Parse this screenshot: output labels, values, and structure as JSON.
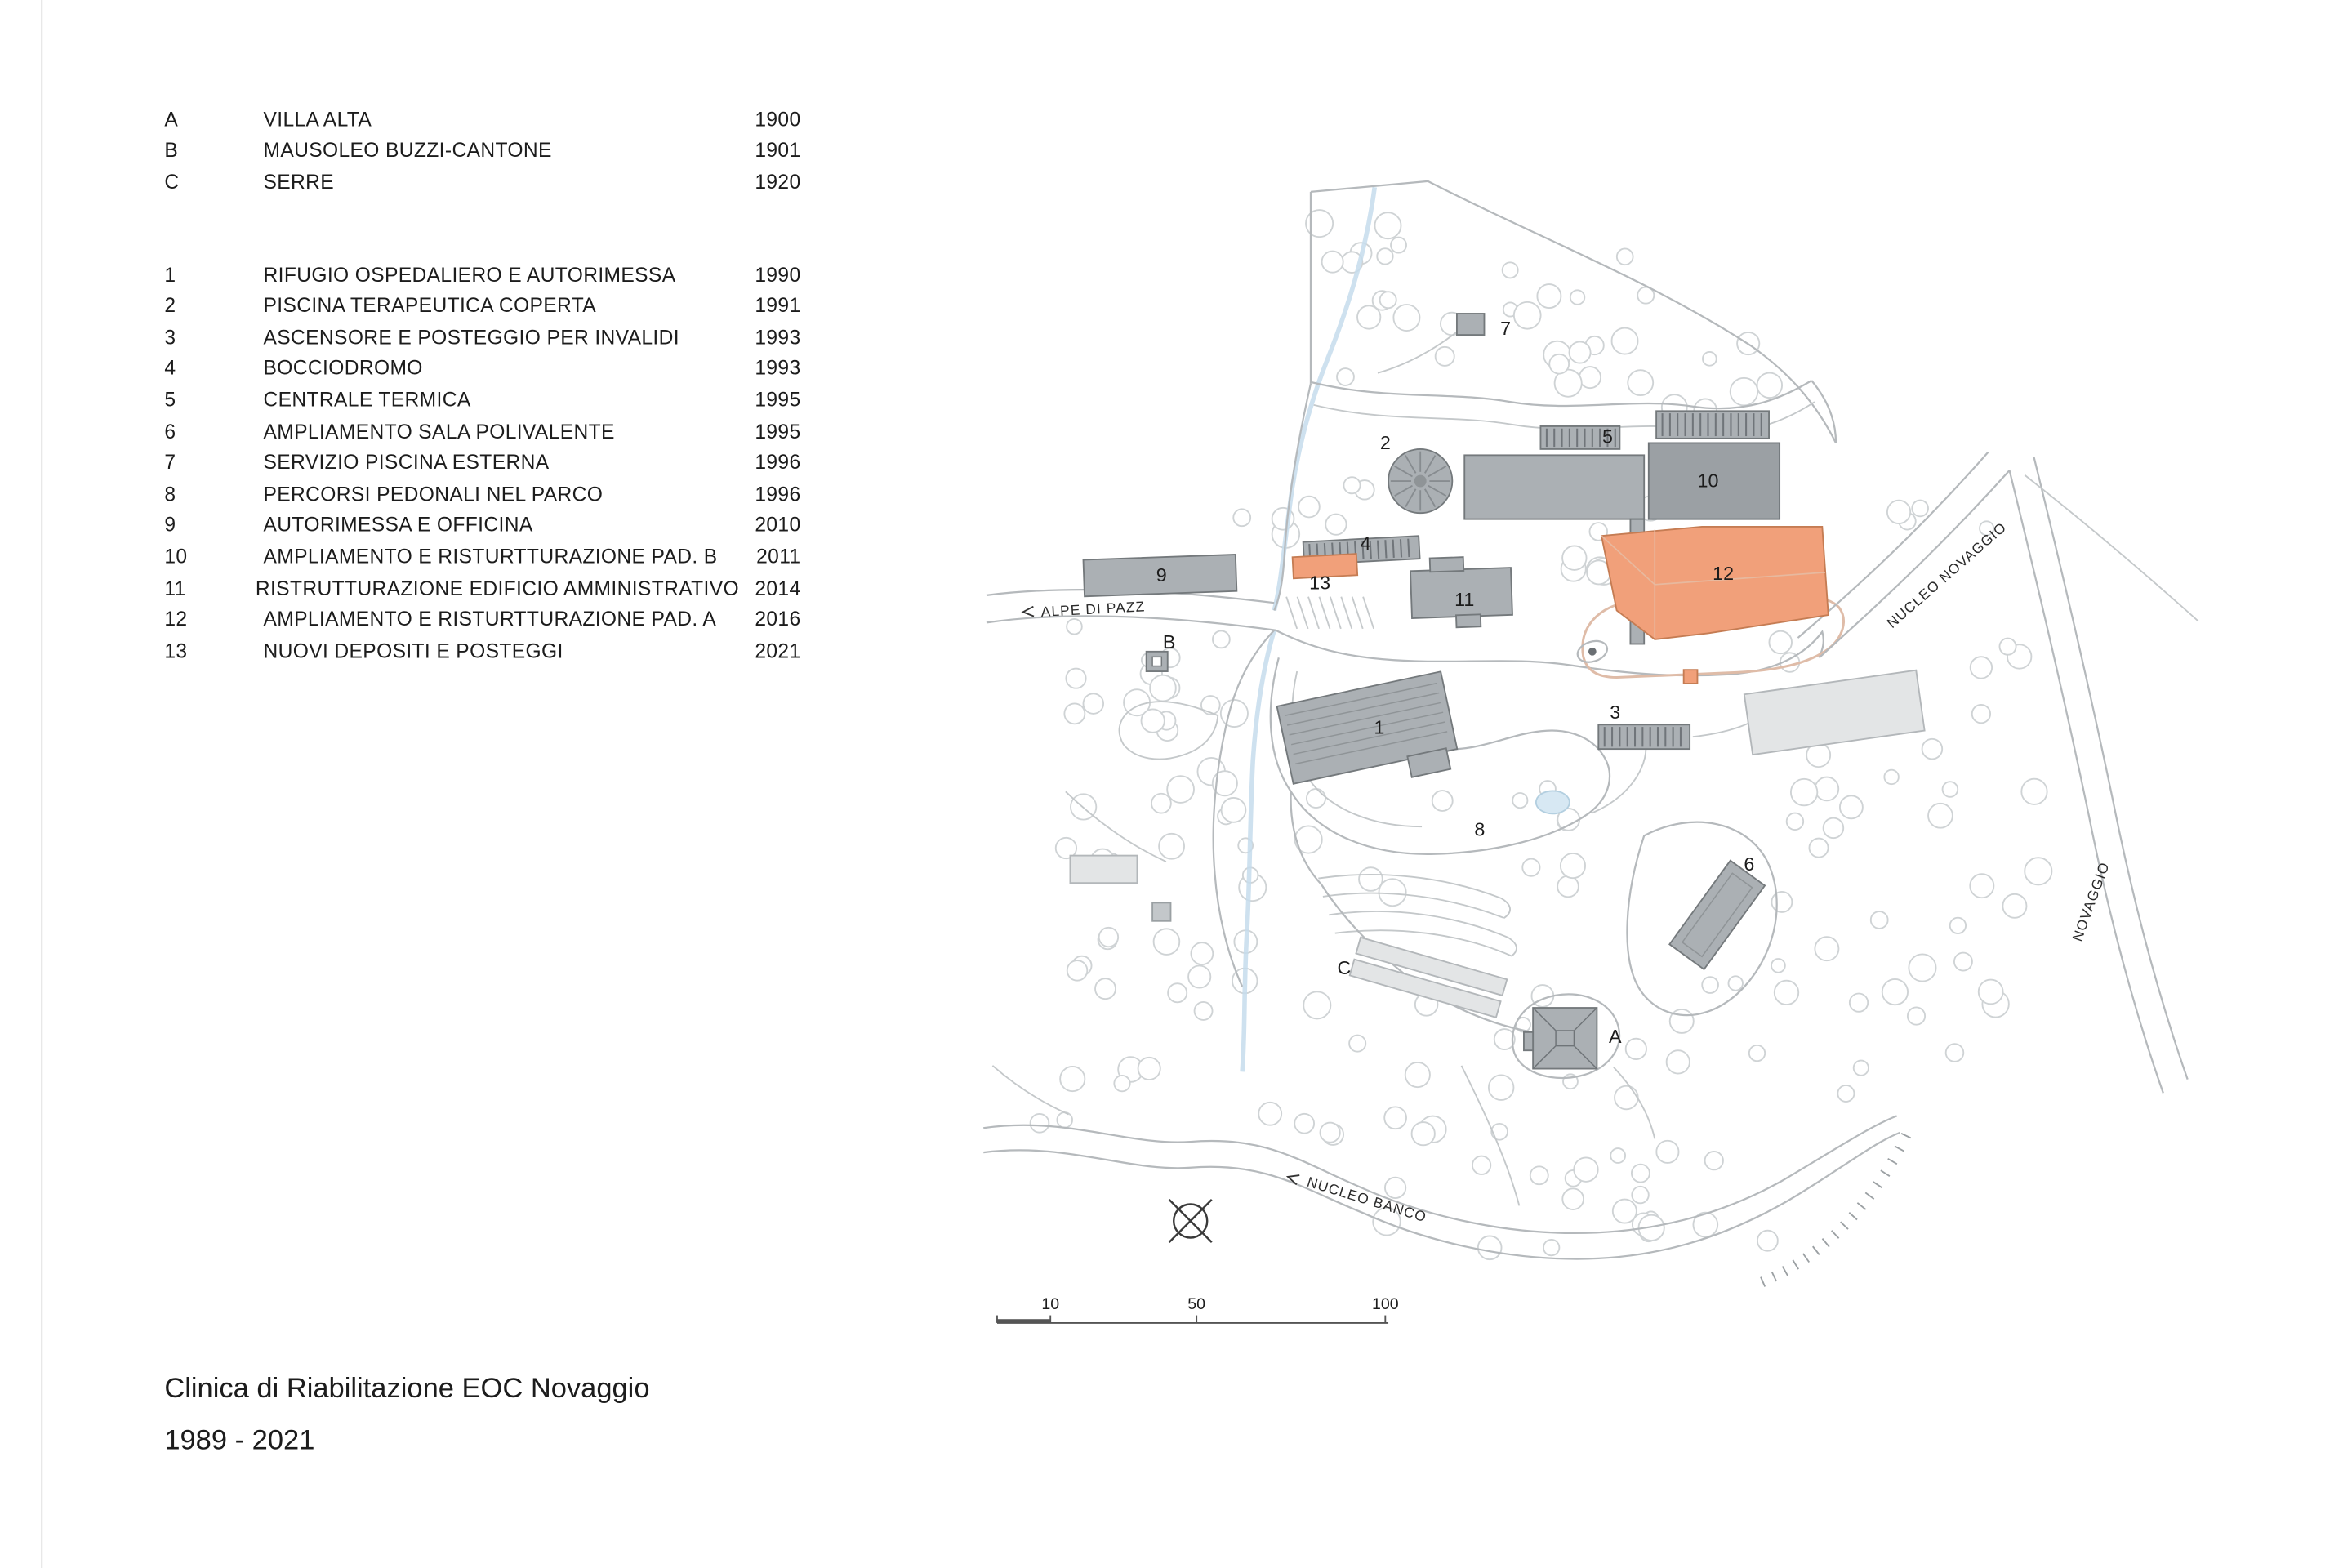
{
  "title": {
    "line1": "Clinica di Riabilitazione EOC Novaggio",
    "line2": "1989 - 2021"
  },
  "legend": {
    "letters": [
      {
        "key": "A",
        "label": "VILLA ALTA",
        "year": "1900"
      },
      {
        "key": "B",
        "label": "MAUSOLEO BUZZI-CANTONE",
        "year": "1901"
      },
      {
        "key": "C",
        "label": "SERRE",
        "year": "1920"
      }
    ],
    "numbers": [
      {
        "key": "1",
        "label": "RIFUGIO OSPEDALIERO E AUTORIMESSA",
        "year": "1990"
      },
      {
        "key": "2",
        "label": "PISCINA TERAPEUTICA COPERTA",
        "year": "1991"
      },
      {
        "key": "3",
        "label": "ASCENSORE E POSTEGGIO PER INVALIDI",
        "year": "1993"
      },
      {
        "key": "4",
        "label": "BOCCIODROMO",
        "year": "1993"
      },
      {
        "key": "5",
        "label": "CENTRALE TERMICA",
        "year": "1995"
      },
      {
        "key": "6",
        "label": "AMPLIAMENTO SALA POLIVALENTE",
        "year": "1995"
      },
      {
        "key": "7",
        "label": "SERVIZIO PISCINA ESTERNA",
        "year": "1996"
      },
      {
        "key": "8",
        "label": "PERCORSI PEDONALI NEL PARCO",
        "year": "1996"
      },
      {
        "key": "9",
        "label": "AUTORIMESSA E OFFICINA",
        "year": "2010"
      },
      {
        "key": "10",
        "label": "AMPLIAMENTO E RISTURTTURAZIONE PAD. B",
        "year": "2011"
      },
      {
        "key": "11",
        "label": "RISTRUTTURAZIONE EDIFICIO AMMINISTRATIVO",
        "year": "2014"
      },
      {
        "key": "12",
        "label": "AMPLIAMENTO E RISTURTTURAZIONE PAD. A",
        "year": "2016"
      },
      {
        "key": "13",
        "label": "NUOVI DEPOSITI E POSTEGGI",
        "year": "2021"
      }
    ]
  },
  "map": {
    "building_labels": [
      {
        "text": "7"
      },
      {
        "text": "2"
      },
      {
        "text": "5"
      },
      {
        "text": "10"
      },
      {
        "text": "9"
      },
      {
        "text": "4"
      },
      {
        "text": "13"
      },
      {
        "text": "11"
      },
      {
        "text": "12"
      },
      {
        "text": "B"
      },
      {
        "text": "1"
      },
      {
        "text": "3"
      },
      {
        "text": "8"
      },
      {
        "text": "6"
      },
      {
        "text": "C"
      },
      {
        "text": "A"
      }
    ],
    "road_labels": [
      {
        "text": "ALPE DI PAZZ"
      },
      {
        "text": "NUCLEO NOVAGGIO"
      },
      {
        "text": "NOVAGGIO"
      },
      {
        "text": "NUCLEO BANCO"
      }
    ],
    "scale_labels": [
      "10",
      "50",
      "100"
    ]
  },
  "colors": {
    "highlight_salmon": "#F1A07A",
    "building_gray": "#ABB0B4",
    "building_light": "#E3E5E6",
    "road_line": "#B5B9BC",
    "tree_line": "#CFD3D5",
    "water": "#C5DCEC",
    "text": "#1C1C1C"
  }
}
